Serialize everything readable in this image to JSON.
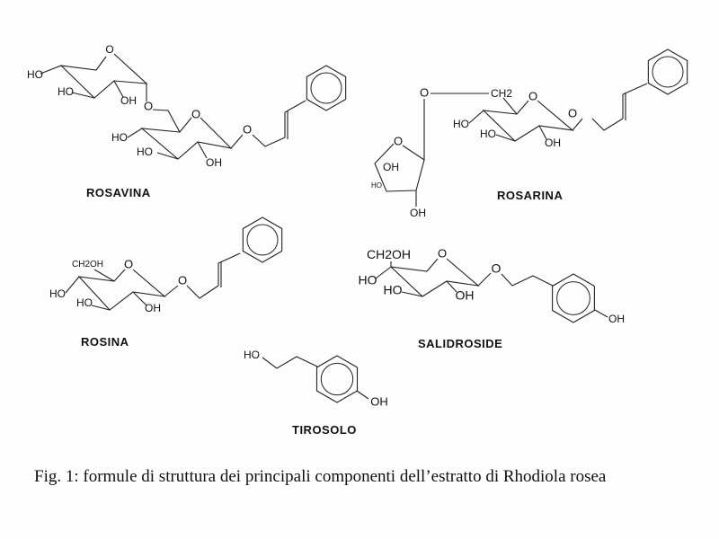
{
  "molecules": {
    "rosavina": {
      "name": "ROSAVINA",
      "atom_labels": [
        "O",
        "HO",
        "HO",
        "OH",
        "O",
        "O",
        "HO",
        "HO",
        "OH",
        "O"
      ]
    },
    "rosarina": {
      "name": "ROSARINA",
      "atom_labels": [
        "O",
        "CH2",
        "O",
        "HO",
        "HO",
        "OH",
        "O",
        "O",
        "OH",
        "HO",
        "OH"
      ]
    },
    "rosina": {
      "name": "ROSINA",
      "atom_labels": [
        "CH2OH",
        "O",
        "HO",
        "HO",
        "OH",
        "O"
      ]
    },
    "salidroside": {
      "name": "SALIDROSIDE",
      "atom_labels": [
        "CH2OH",
        "O",
        "HO",
        "HO",
        "OH",
        "O",
        "OH"
      ]
    },
    "tirosolo": {
      "name": "TIROSOLO",
      "atom_labels": [
        "HO",
        "OH"
      ]
    }
  },
  "caption": "Fig. 1: formule di struttura dei principali componenti dell’estratto di Rhodiola rosea"
}
